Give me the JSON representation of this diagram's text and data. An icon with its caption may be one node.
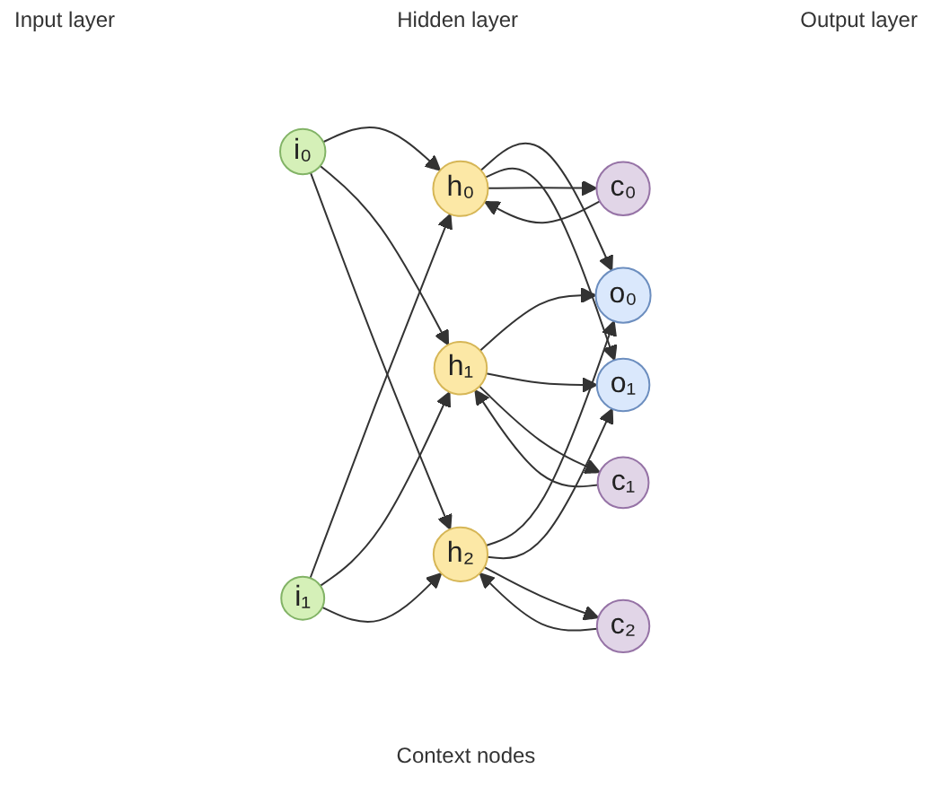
{
  "diagram": {
    "nodes": [
      {
        "text": [
          "i₀"
        ]
      },
      {
        "text": [
          "i₁"
        ]
      },
      {
        "text": [
          "h₀"
        ]
      },
      {
        "text": [
          "h₁"
        ]
      },
      {
        "text": [
          "h₂"
        ]
      },
      {
        "text": [
          "c₀"
        ]
      },
      {
        "text": [
          "c₁"
        ]
      },
      {
        "text": [
          "c₂"
        ]
      },
      {
        "text": [
          "o₀"
        ]
      },
      {
        "text": [
          "o₁"
        ]
      }
    ],
    "edges": [
      {
        "from": 0,
        "to": 2,
        "arrow": "to"
      },
      {
        "from": 0,
        "to": 3,
        "arrow": "to"
      },
      {
        "from": 0,
        "to": 4,
        "arrow": "to"
      },
      {
        "from": 1,
        "to": 2,
        "arrow": "to"
      },
      {
        "from": 1,
        "to": 3,
        "arrow": "to"
      },
      {
        "from": 1,
        "to": 4,
        "arrow": "to"
      },
      {
        "from": 2,
        "to": 8,
        "arrow": "to"
      },
      {
        "from": 2,
        "to": 9,
        "arrow": "to"
      },
      {
        "from": 3,
        "to": 8,
        "arrow": "to"
      },
      {
        "from": 3,
        "to": 9,
        "arrow": "to"
      },
      {
        "from": 4,
        "to": 8,
        "arrow": "to"
      },
      {
        "from": 4,
        "to": 9,
        "arrow": "to"
      },
      {
        "from": 2,
        "to": 5,
        "arrow": "to"
      },
      {
        "from": 3,
        "to": 6,
        "arrow": "to"
      },
      {
        "from": 4,
        "to": 7,
        "arrow": "to"
      },
      {
        "from": 5,
        "to": 2,
        "arrow": "to"
      },
      {
        "from": 6,
        "to": 3,
        "arrow": "to"
      },
      {
        "from": 7,
        "to": 4,
        "arrow": "to"
      }
    ],
    "labels": [
      "Input layer",
      "Hidden layer",
      "Output layer",
      "Context nodes"
    ]
  }
}
